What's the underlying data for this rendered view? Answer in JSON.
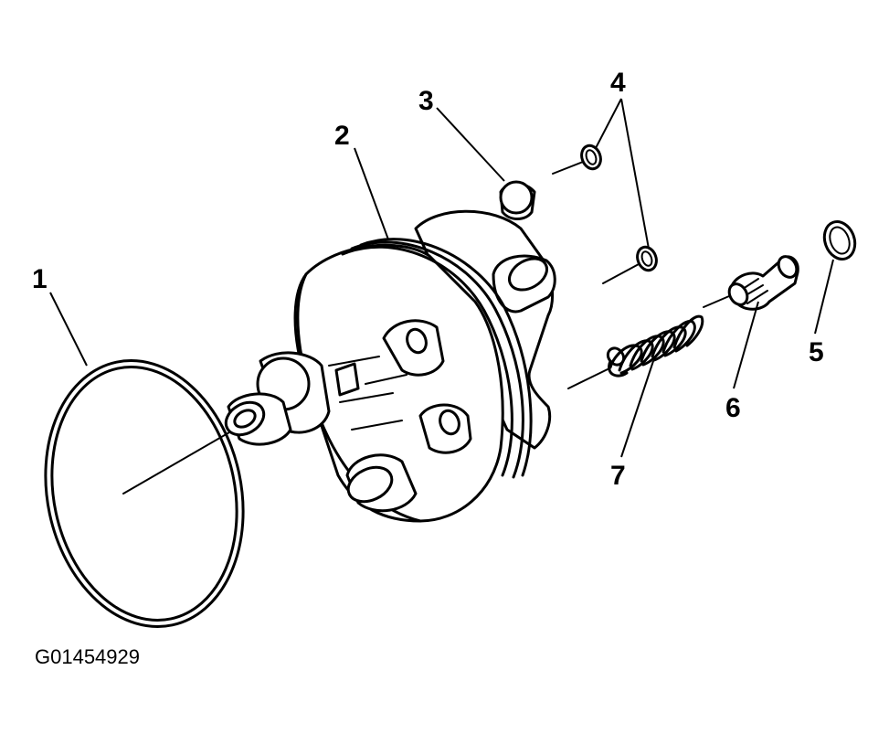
{
  "diagram": {
    "reference_code": "G01454929",
    "callouts": [
      {
        "id": "1",
        "label": "1"
      },
      {
        "id": "2",
        "label": "2"
      },
      {
        "id": "3",
        "label": "3"
      },
      {
        "id": "4",
        "label": "4"
      },
      {
        "id": "5",
        "label": "5"
      },
      {
        "id": "6",
        "label": "6"
      },
      {
        "id": "7",
        "label": "7"
      }
    ]
  }
}
